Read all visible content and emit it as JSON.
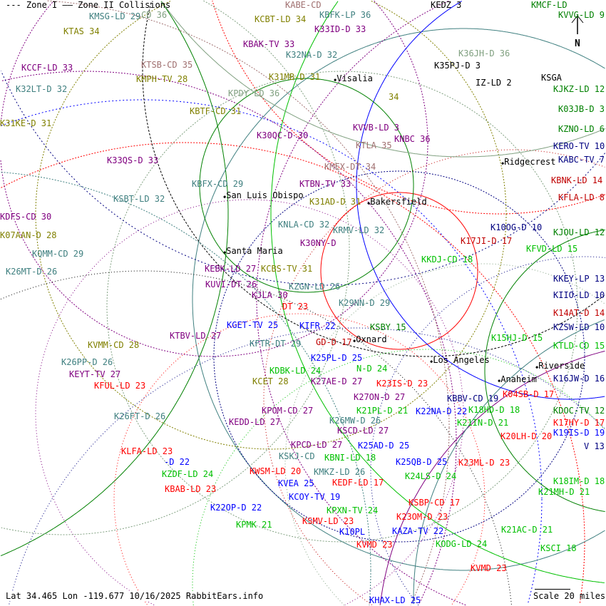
{
  "legend": {
    "zone1": "--- Zone I",
    "zone2": "—— Zone II Collisions"
  },
  "footer": {
    "coords": "Lat 34.465 Lon -119.677",
    "date": "10/16/2025",
    "site": "RabbitEars.info",
    "scale": "Scale 20 miles"
  },
  "north": "N",
  "cities": [
    "Visalia",
    "San Luis Obispo",
    "Santa Maria",
    "Bakersfield",
    "Oxnard",
    "Ridgecrest",
    "Los Angeles",
    "Riverside",
    "Anaheim"
  ],
  "colors": {
    "olive": "#808000",
    "teal": "#408080",
    "purple": "#800080",
    "graygreen": "#80a080",
    "mauve": "#a07070",
    "red": "#ff0000",
    "darkred": "#c00000",
    "blue": "#0000ff",
    "navy": "#000080",
    "green": "#00c000",
    "darkgreen": "#008000",
    "black": "#000000"
  },
  "labels": [
    {
      "text": "KTAS 34",
      "color": "olive"
    },
    {
      "text": "KMSG-LD 29",
      "color": "teal"
    },
    {
      "text": "CD 36",
      "color": "graygreen"
    },
    {
      "text": "KCCF-LD 33",
      "color": "purple"
    },
    {
      "text": "KTSB-CD 35",
      "color": "mauve"
    },
    {
      "text": "KMPH-TV 28",
      "color": "olive"
    },
    {
      "text": "K32LT-D 32",
      "color": "teal"
    },
    {
      "text": "K31KE-D 31",
      "color": "olive"
    },
    {
      "text": "KBTF-CD 31",
      "color": "olive"
    },
    {
      "text": "KPDY-LD 36",
      "color": "graygreen"
    },
    {
      "text": "KBAK-TV 33",
      "color": "purple"
    },
    {
      "text": "KCBT-LD 34",
      "color": "olive"
    },
    {
      "text": "KABE-CD",
      "color": "mauve"
    },
    {
      "text": "KBFK-LP 36",
      "color": "teal"
    },
    {
      "text": "K33ID-D 33",
      "color": "purple"
    },
    {
      "text": "K32NA-D 32",
      "color": "teal"
    },
    {
      "text": "K31MB-D 31",
      "color": "olive"
    },
    {
      "text": "K30QC-D 30",
      "color": "purple"
    },
    {
      "text": "K33QS-D 33",
      "color": "purple"
    },
    {
      "text": "KBFX-CD 29",
      "color": "teal"
    },
    {
      "text": "KSBT-LD 32",
      "color": "teal"
    },
    {
      "text": "KDFS-CD 30",
      "color": "purple"
    },
    {
      "text": "K07AAN-D 28",
      "color": "olive"
    },
    {
      "text": "KQMM-CD 29",
      "color": "teal"
    },
    {
      "text": "K26MT-D 26",
      "color": "teal"
    },
    {
      "text": "KNLA-CD 32",
      "color": "teal"
    },
    {
      "text": "K30NY-D",
      "color": "purple"
    },
    {
      "text": "KRMV-LD 32",
      "color": "teal"
    },
    {
      "text": "KCBS-TV 31",
      "color": "olive"
    },
    {
      "text": "KEBK-LD 27",
      "color": "purple"
    },
    {
      "text": "KZGN-LD 26",
      "color": "teal"
    },
    {
      "text": "KJLA 30",
      "color": "purple"
    },
    {
      "text": "DT 23",
      "color": "red"
    },
    {
      "text": "K29NN-D 29",
      "color": "teal"
    },
    {
      "text": "KIFR 22",
      "color": "blue"
    },
    {
      "text": "KUVI-DT 26",
      "color": "purple"
    },
    {
      "text": "KGET-TV 25",
      "color": "blue"
    },
    {
      "text": "KFTR-DT 29",
      "color": "teal"
    },
    {
      "text": "K25PL-D 25",
      "color": "blue"
    },
    {
      "text": "KSBY 15",
      "color": "darkgreen"
    },
    {
      "text": "KTBV-LD 27",
      "color": "purple"
    },
    {
      "text": "KVMM-CD 28",
      "color": "olive"
    },
    {
      "text": "KDBK-LD 24",
      "color": "green"
    },
    {
      "text": "GD-D 17",
      "color": "darkred"
    },
    {
      "text": "K26PP-D 26",
      "color": "teal"
    },
    {
      "text": "KCET 28",
      "color": "olive"
    },
    {
      "text": "K27AE-D 27",
      "color": "purple"
    },
    {
      "text": "N-D 24",
      "color": "green"
    },
    {
      "text": "KEYT-TV 27",
      "color": "purple"
    },
    {
      "text": "K27ON-D 27",
      "color": "purple"
    },
    {
      "text": "KFUL-LD 23",
      "color": "red"
    },
    {
      "text": "K23IS-D 23",
      "color": "red"
    },
    {
      "text": "K21PL-D 21",
      "color": "green"
    },
    {
      "text": "KPOM-CD 27",
      "color": "purple"
    },
    {
      "text": "K26MW-D 26",
      "color": "teal"
    },
    {
      "text": "K22NA-D 22",
      "color": "blue"
    },
    {
      "text": "K26FT-D 26",
      "color": "teal"
    },
    {
      "text": "KEDD-LD 27",
      "color": "purple"
    },
    {
      "text": "KSCD-LD 27",
      "color": "purple"
    },
    {
      "text": "K25AD-D 25",
      "color": "blue"
    },
    {
      "text": "KPCD-LD 27",
      "color": "purple"
    },
    {
      "text": "KSKJ-CD",
      "color": "teal"
    },
    {
      "text": "KMKZ-LD 26",
      "color": "teal"
    },
    {
      "text": "KLFA-LD 23",
      "color": "red"
    },
    {
      "text": "-D 22",
      "color": "blue"
    },
    {
      "text": "KBNI-LD 18",
      "color": "green"
    },
    {
      "text": "KEDF-LD 17",
      "color": "red"
    },
    {
      "text": "K25QB-D 25",
      "color": "blue"
    },
    {
      "text": "KWSM-LD 20",
      "color": "red"
    },
    {
      "text": "KCOY-TV 19",
      "color": "blue"
    },
    {
      "text": "KVEA 25",
      "color": "blue"
    },
    {
      "text": "KZDF-LD 24",
      "color": "green"
    },
    {
      "text": "K24LS-D 24",
      "color": "green"
    },
    {
      "text": "KBAB-LD 23",
      "color": "red"
    },
    {
      "text": "KPXN-TV 24",
      "color": "green"
    },
    {
      "text": "KSBP-CD 17",
      "color": "red"
    },
    {
      "text": "K23OM-D 23",
      "color": "red"
    },
    {
      "text": "K22OP-D 22",
      "color": "blue"
    },
    {
      "text": "KPMK 21",
      "color": "green"
    },
    {
      "text": "KSMV-LD 23",
      "color": "red"
    },
    {
      "text": "K10PL",
      "color": "blue"
    },
    {
      "text": "KVMD 23",
      "color": "red"
    },
    {
      "text": "KAZA-TV 22",
      "color": "blue"
    },
    {
      "text": "K21AC-D 21",
      "color": "green"
    },
    {
      "text": "KSCI 18",
      "color": "green"
    },
    {
      "text": "KODG-LD 24",
      "color": "green"
    },
    {
      "text": "KVMD 23",
      "color": "red"
    },
    {
      "text": "KHAX-LD 25",
      "color": "blue"
    },
    {
      "text": "KEDZ 3",
      "color": "black"
    },
    {
      "text": "KMCF-LD",
      "color": "darkgreen"
    },
    {
      "text": "KVVG-LD 9",
      "color": "darkgreen"
    },
    {
      "text": "K36JH-D 36",
      "color": "graygreen"
    },
    {
      "text": "K35PJ-D 3",
      "color": "black"
    },
    {
      "text": "IZ-LD 2",
      "color": "black"
    },
    {
      "text": "KSGA",
      "color": "black"
    },
    {
      "text": "KJKZ-LD 12",
      "color": "darkgreen"
    },
    {
      "text": "K03JB-D 3",
      "color": "darkgreen"
    },
    {
      "text": "KZNO-LD 6",
      "color": "darkgreen"
    },
    {
      "text": "KERO-TV 10",
      "color": "navy"
    },
    {
      "text": "KBNK-LD 14",
      "color": "darkred"
    },
    {
      "text": "KABC-TV 7",
      "color": "navy"
    },
    {
      "text": "KFLA-LD 8",
      "color": "darkred"
    },
    {
      "text": "KJOU-LD 12",
      "color": "darkgreen"
    },
    {
      "text": "K10OG-D 10",
      "color": "navy"
    },
    {
      "text": "K17JI-D 17",
      "color": "darkred"
    },
    {
      "text": "KFVD-LD 15",
      "color": "green"
    },
    {
      "text": "KKDJ-CD 18",
      "color": "green"
    },
    {
      "text": "KKEY-LP 13",
      "color": "navy"
    },
    {
      "text": "KIIO-LD 10",
      "color": "navy"
    },
    {
      "text": "K14AT-D 14",
      "color": "darkred"
    },
    {
      "text": "KZSW-LD 10",
      "color": "navy"
    },
    {
      "text": "KTLD-CD 15",
      "color": "green"
    },
    {
      "text": "K15HJ-D 15",
      "color": "green"
    },
    {
      "text": "K16JW-D 16",
      "color": "navy"
    },
    {
      "text": "K04SB-D 17",
      "color": "red"
    },
    {
      "text": "KDOC-TV 12",
      "color": "darkgreen"
    },
    {
      "text": "K18HD-D 18",
      "color": "green"
    },
    {
      "text": "K17HY-D 17",
      "color": "red"
    },
    {
      "text": "KBBV-CD 19",
      "color": "navy"
    },
    {
      "text": "K21IN-D 21",
      "color": "green"
    },
    {
      "text": "K20LH-D 20",
      "color": "red"
    },
    {
      "text": "K19IS-D 19",
      "color": "blue"
    },
    {
      "text": "V 13",
      "color": "navy"
    },
    {
      "text": "K23ML-D 23",
      "color": "red"
    },
    {
      "text": "K18IM-D 18",
      "color": "green"
    },
    {
      "text": "K21MH-D 21",
      "color": "green"
    },
    {
      "text": "KTBN-TV 33",
      "color": "purple"
    },
    {
      "text": "K31AD-D 31",
      "color": "olive"
    },
    {
      "text": "KMEX-DT 34",
      "color": "mauve"
    },
    {
      "text": "KTLA 35",
      "color": "mauve"
    },
    {
      "text": "KVVB-LD 3",
      "color": "purple"
    },
    {
      "text": "KNBC 36",
      "color": "purple"
    },
    {
      "text": "34",
      "color": "olive"
    }
  ]
}
